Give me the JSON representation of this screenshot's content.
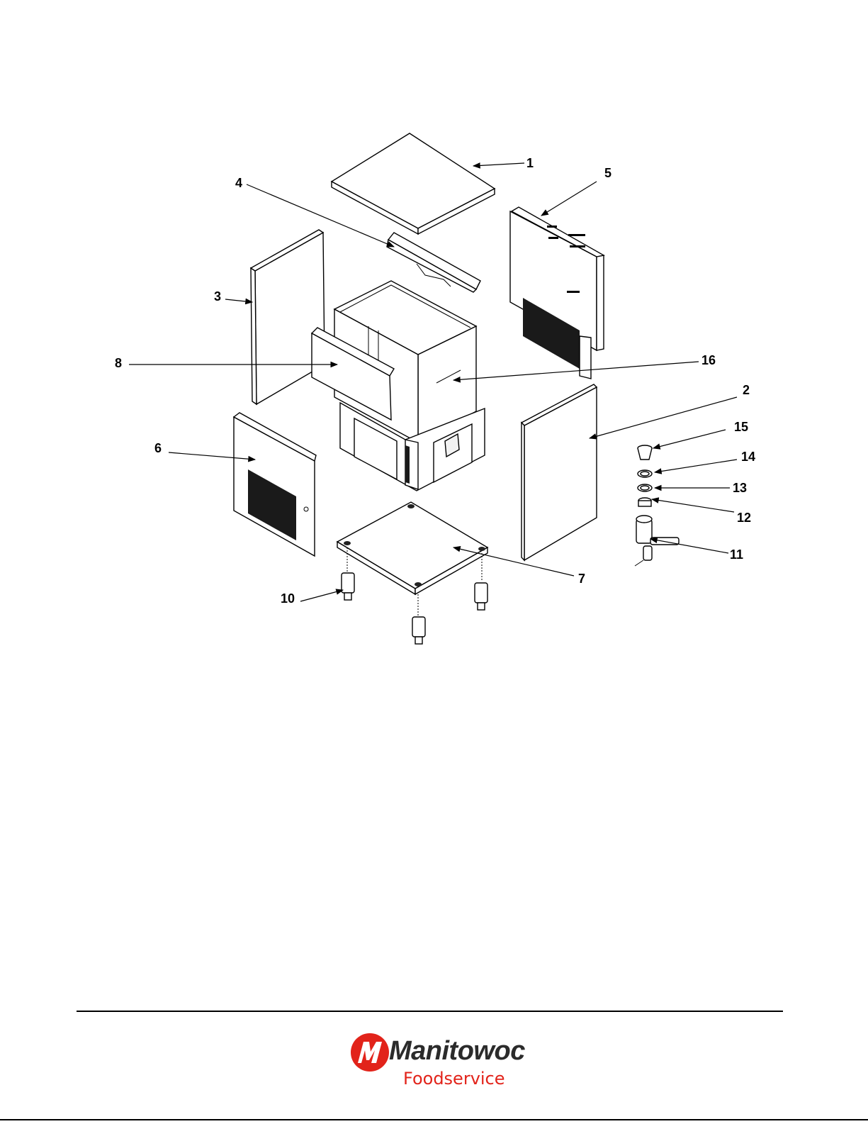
{
  "figure": {
    "callouts": [
      {
        "id": "callout-1",
        "label": "1"
      },
      {
        "id": "callout-2",
        "label": "2"
      },
      {
        "id": "callout-3",
        "label": "3"
      },
      {
        "id": "callout-4",
        "label": "4"
      },
      {
        "id": "callout-5",
        "label": "5"
      },
      {
        "id": "callout-6",
        "label": "6"
      },
      {
        "id": "callout-7",
        "label": "7"
      },
      {
        "id": "callout-8",
        "label": "8"
      },
      {
        "id": "callout-10",
        "label": "10"
      },
      {
        "id": "callout-11",
        "label": "11"
      },
      {
        "id": "callout-12",
        "label": "12"
      },
      {
        "id": "callout-13",
        "label": "13"
      },
      {
        "id": "callout-14",
        "label": "14"
      },
      {
        "id": "callout-15",
        "label": "15"
      },
      {
        "id": "callout-16",
        "label": "16"
      }
    ]
  },
  "footer": {
    "logo_wordmark": "Manitowoc",
    "logo_subtitle": "Foodservice",
    "brand_red": "#e2231a",
    "brand_dark": "#2b2b2b"
  }
}
